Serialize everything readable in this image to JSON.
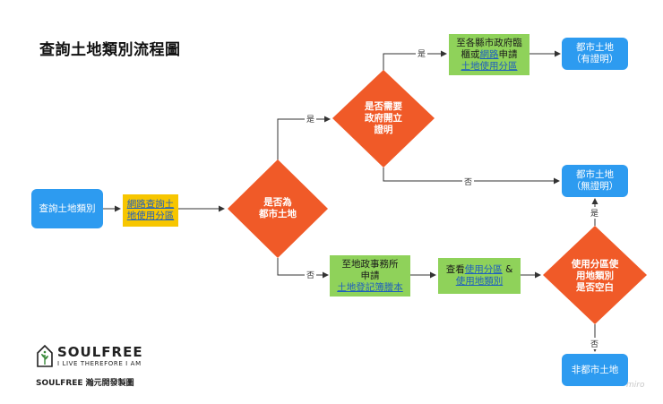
{
  "title": "查詢土地類別流程圖",
  "nodes": {
    "start": "查詢土地類別",
    "web_query": "網路查詢土地使用分區",
    "county_apply_1": "至各縣市政府臨",
    "county_apply_2a": "櫃或",
    "county_apply_2b": "網路",
    "county_apply_2c": "申請",
    "county_apply_3": "土地使用分區",
    "urban_with_1": "都市土地",
    "urban_with_2": "（有證明）",
    "urban_without_1": "都市土地",
    "urban_without_2": "（無證明）",
    "land_office_1": "至地政事務所",
    "land_office_2": "申請",
    "land_office_3": "土地登記簿謄本",
    "check_1a": "查看",
    "check_1b": "使用分區",
    "check_1c": " &",
    "check_2": "使用地類別",
    "non_urban": "非都市土地"
  },
  "decisions": {
    "is_urban_1": "是否為",
    "is_urban_2": "都市土地",
    "need_proof_1": "是否需要",
    "need_proof_2": "政府開立",
    "need_proof_3": "證明",
    "blank_1": "使用分區使",
    "blank_2": "用地類別",
    "blank_3": "是否空白"
  },
  "edge_labels": {
    "yes_need_proof": "是",
    "yes_county": "是",
    "no_without": "否",
    "no_land_office": "否",
    "yes_blank": "是",
    "no_blank": "否"
  },
  "branding": {
    "logo_name": "SOULFREE",
    "logo_tagline": "I LIVE THEREFORE I AM",
    "caption": "SOULFREE 瀚元開發製圖",
    "watermark": "miro"
  },
  "colors": {
    "terminal": "#2d9bf0",
    "process_yellow": "#f7c600",
    "process_green": "#8fd25a",
    "decision": "#f05a28",
    "link": "#1f5fbf"
  }
}
